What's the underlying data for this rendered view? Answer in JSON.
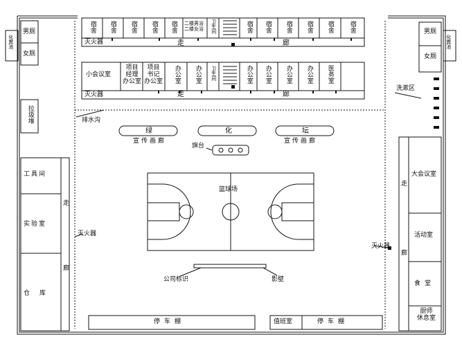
{
  "top_rooms_row1": [
    "宿舍",
    "宿舍",
    "宿舍",
    "宿舍",
    "宿舍",
    "二楼男浴\n二楼女浴",
    "卫生间",
    "宿舍",
    "宿舍",
    "宿舍",
    "宿舍",
    "宿舍",
    "宿舍"
  ],
  "top_rooms_row2": [
    "小会议室",
    "项目\n经理\n办公室",
    "项目\n书记\n办公室",
    "办公室",
    "办公室",
    "卫生间",
    "办公室",
    "办公室",
    "办公室",
    "办公室",
    "医务室"
  ],
  "corridor": {
    "zou": "走",
    "lang": "廊"
  },
  "labels": {
    "fire1": "灭火器",
    "fire2": "灭火器",
    "fire3": "灭火器",
    "fire4": "灭火器",
    "drain": "排水沟",
    "wash": "洗漱区",
    "green1": "绿",
    "green2": "化",
    "green3": "坛",
    "promo1": "宣传画廊",
    "promo2": "宣传画廊",
    "flag": "旗台",
    "court": "篮球场",
    "logo": "公司标识",
    "screen": "影壁",
    "male_wc_l": "男厕",
    "female_wc_l": "女厕",
    "septic_l": "化粪池",
    "garbage": "拉圾堆",
    "male_wc_r": "男厕",
    "female_wc_r": "女厕",
    "septic_r": "化粪池",
    "tool": "工具间",
    "lab": "实验室",
    "store": "仓库",
    "meeting": "大会议室",
    "activity": "活动室",
    "canteen": "食堂",
    "chef": "厨师\n休息室",
    "duty": "值班室",
    "park1": "停车棚",
    "park2": "停车棚",
    "walk_l1": "走",
    "walk_l2": "廊",
    "walk_r1": "走",
    "walk_r2": "廊"
  }
}
